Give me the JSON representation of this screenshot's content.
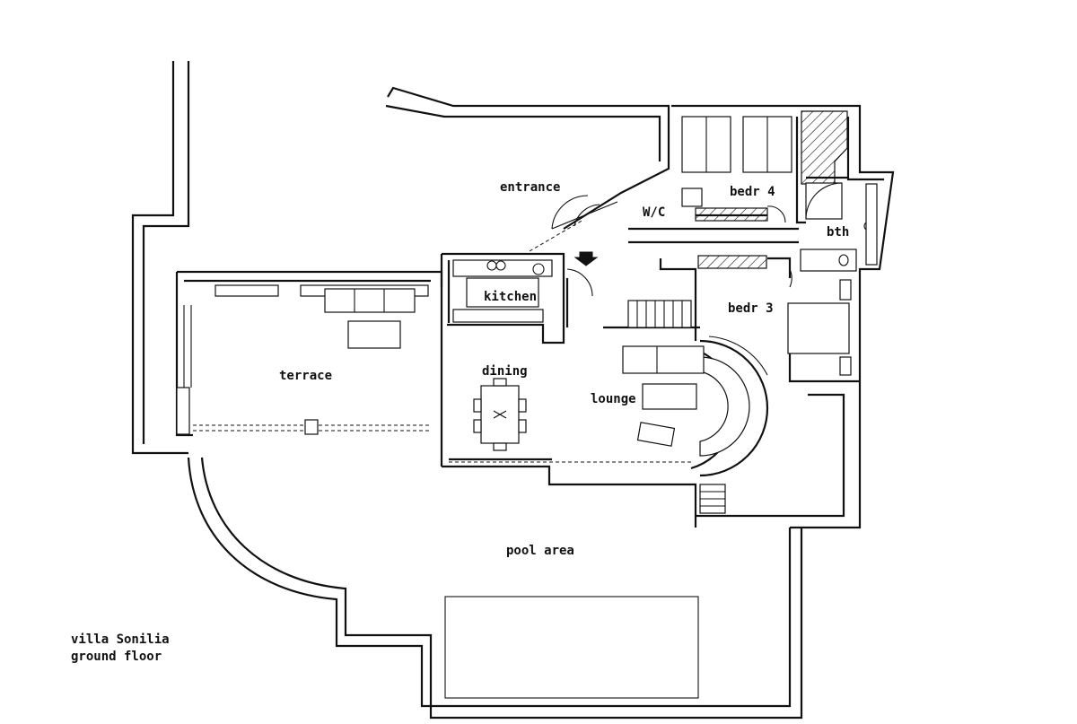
{
  "plan": {
    "caption_line1": "villa Sonilia",
    "caption_line2": "ground floor",
    "rooms": {
      "entrance": "entrance",
      "wc": "W/C",
      "bedr4": "bedr 4",
      "bth": "bth",
      "kitchen": "kitchen",
      "bedr3": "bedr 3",
      "terrace": "terrace",
      "dining": "dining",
      "lounge": "lounge",
      "pool_area": "pool area"
    }
  }
}
